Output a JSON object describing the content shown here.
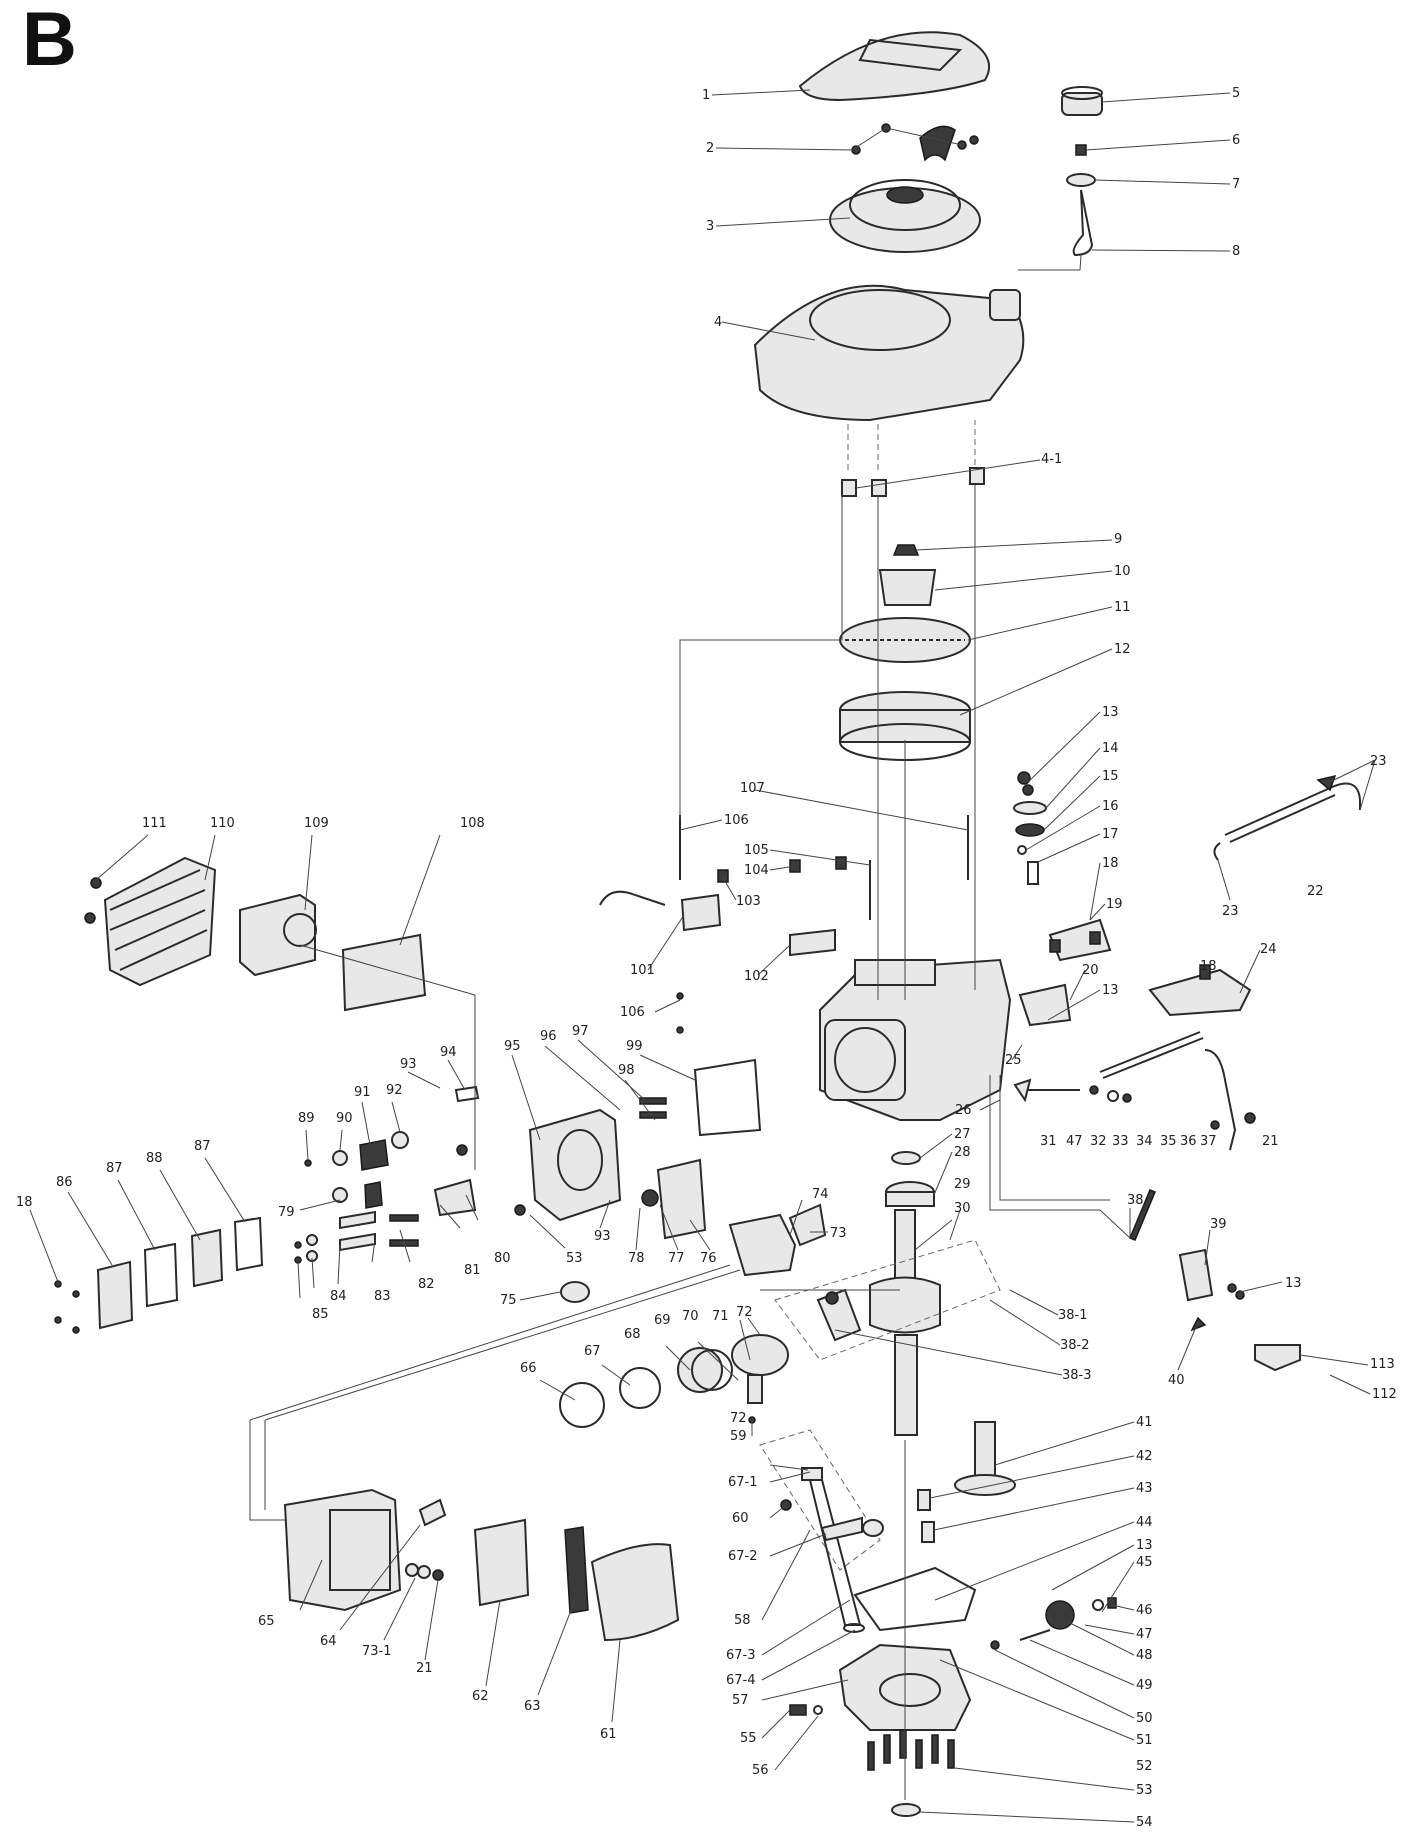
{
  "panel_letter": "B",
  "labels": {
    "p1": "1",
    "p2": "2",
    "p3": "3",
    "p4": "4",
    "p4_1": "4-1",
    "p5": "5",
    "p6": "6",
    "p7": "7",
    "p8": "8",
    "p9": "9",
    "p10": "10",
    "p11": "11",
    "p12": "12",
    "p13a": "13",
    "p14": "14",
    "p15": "15",
    "p16": "16",
    "p17": "17",
    "p18a": "18",
    "p19": "19",
    "p20": "20",
    "p13b": "13",
    "p22": "22",
    "p23a": "23",
    "p23b": "23",
    "p18b": "18",
    "p24": "24",
    "p25": "25",
    "p26": "26",
    "p27": "27",
    "p28": "28",
    "p29": "29",
    "p30": "30",
    "p31": "31",
    "p47a": "47",
    "p32": "32",
    "p33": "33",
    "p34": "34",
    "p35": "35",
    "p36": "36",
    "p37": "37",
    "p21a": "21",
    "p38": "38",
    "p39": "39",
    "p13c": "13",
    "p38_1": "38-1",
    "p38_2": "38-2",
    "p38_3": "38-3",
    "p40": "40",
    "p113": "113",
    "p112": "112",
    "p41": "41",
    "p42": "42",
    "p43": "43",
    "p44": "44",
    "p13d": "13",
    "p45": "45",
    "p46": "46",
    "p47b": "47",
    "p48": "48",
    "p49": "49",
    "p50": "50",
    "p51": "51",
    "p52": "52",
    "p53b": "53",
    "p54": "54",
    "p55": "55",
    "p56": "56",
    "p57": "57",
    "p58": "58",
    "p59": "59",
    "p60": "60",
    "p67_1": "67-1",
    "p67_2": "67-2",
    "p67_3": "67-3",
    "p67_4": "67-4",
    "p72a": "72",
    "p72b": "72",
    "p71": "71",
    "p70": "70",
    "p69": "69",
    "p68": "68",
    "p67": "67",
    "p66": "66",
    "p65": "65",
    "p64": "64",
    "p73_1": "73-1",
    "p21b": "21",
    "p62": "62",
    "p63": "63",
    "p61": "61",
    "p75": "75",
    "p74": "74",
    "p73": "73",
    "p76": "76",
    "p77": "77",
    "p78": "78",
    "p93b": "93",
    "p53a": "53",
    "p80": "80",
    "p81": "81",
    "p82": "82",
    "p83": "83",
    "p84": "84",
    "p85": "85",
    "p79": "79",
    "p89": "89",
    "p90": "90",
    "p91": "91",
    "p92": "92",
    "p93a": "93",
    "p94": "94",
    "p95": "95",
    "p96": "96",
    "p97": "97",
    "p98": "98",
    "p99": "99",
    "p101": "101",
    "p102": "102",
    "p103": "103",
    "p104": "104",
    "p105": "105",
    "p106a": "106",
    "p106b": "106",
    "p107": "107",
    "p108": "108",
    "p109": "109",
    "p110": "110",
    "p111": "111",
    "p18c": "18",
    "p86": "86",
    "p87a": "87",
    "p88": "88",
    "p87b": "87"
  }
}
